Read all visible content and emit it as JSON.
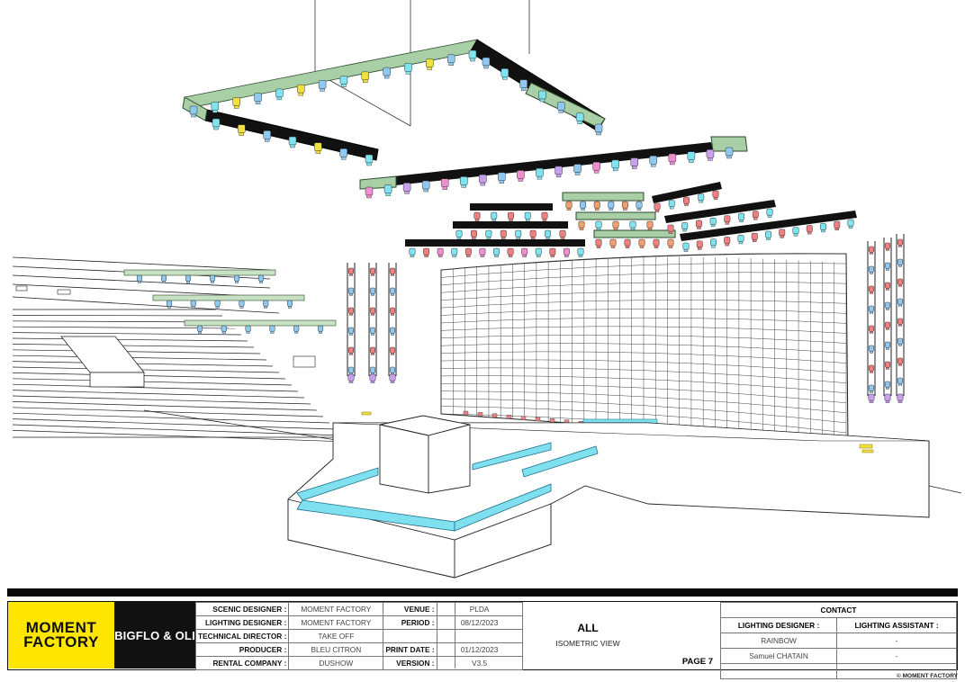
{
  "drawing": {
    "view": "isometric stage lighting plot",
    "fixture_colors": {
      "blue": "#8fc9f0",
      "cyan": "#7fe3f0",
      "pink": "#f08fd0",
      "lilac": "#c9a0f0",
      "red": "#f08080",
      "orange": "#f0a070",
      "yellow": "#f0e040",
      "truss_green": "#9bc49a",
      "truss_black": "#111111",
      "led_strip": "#7fe0f0"
    }
  },
  "titleblock": {
    "logo_line1": "MOMENT",
    "logo_line2": "FACTORY",
    "show_name": "BIGFLO & OLI",
    "rows": [
      {
        "label1": "SCENIC DESIGNER :",
        "value1": "MOMENT FACTORY",
        "label2": "VENUE :",
        "value2": "PLDA"
      },
      {
        "label1": "LIGHTING DESIGNER :",
        "value1": "MOMENT FACTORY",
        "label2": "PERIOD :",
        "value2": "08/12/2023"
      },
      {
        "label1": "TECHNICAL DIRECTOR :",
        "value1": "TAKE OFF",
        "label2": "",
        "value2": ""
      },
      {
        "label1": "PRODUCER :",
        "value1": "BLEU CITRON",
        "label2": "PRINT DATE :",
        "value2": "01/12/2023"
      },
      {
        "label1": "RENTAL COMPANY :",
        "value1": "DUSHOW",
        "label2": "VERSION :",
        "value2": "V3.5"
      }
    ],
    "title": "ALL",
    "subtitle": "ISOMETRIC VIEW",
    "page": "PAGE 7",
    "contact": {
      "header": "CONTACT",
      "col1_label": "LIGHTING DESIGNER :",
      "col2_label": "LIGHTING ASSISTANT :",
      "row1_col1": "RAINBOW",
      "row1_col2": "-",
      "row2_col1": "Samuel CHATAIN",
      "row2_col2": "-"
    },
    "copyright": "© MOMENT FACTORY"
  }
}
